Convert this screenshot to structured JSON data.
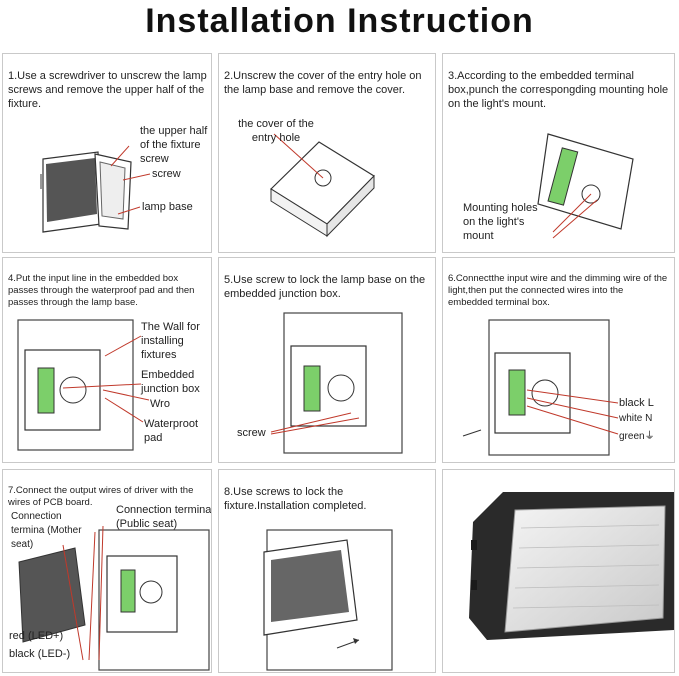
{
  "title": "Installation Instruction",
  "steps": [
    {
      "text": "1.Use a screwdriver to unscrew the lamp screws and remove the upper half of the fixture.",
      "labels": [
        "the upper half of the fixture screw",
        "screw",
        "lamp base"
      ]
    },
    {
      "text": "2.Unscrew the cover of the entry hole on the lamp base and remove the cover.",
      "labels": [
        "the cover of the entry hole"
      ]
    },
    {
      "text": "3.According to the embedded terminal box,punch the correspongding mounting hole on the light's mount.",
      "labels": [
        "Mounting holes on the light's mount"
      ]
    },
    {
      "text": "4.Put the input line in the embedded box passes through the waterproof pad and then passes through the lamp base.",
      "labels": [
        "The Wall for installing fixtures",
        "Embedded junction box",
        "Wro",
        "Waterproot pad"
      ]
    },
    {
      "text": "5.Use screw to lock the lamp base on the embedded junction box.",
      "labels": [
        "screw"
      ]
    },
    {
      "text": "6.Connectthe input wire and the dimming wire of the light,then put the connected wires into the embedded terminal box.",
      "labels": [
        "black L",
        "white N",
        "green⏚"
      ]
    },
    {
      "text": "7.Connect the output wires of driver with the wires of PCB board.",
      "labels": [
        "Connection termina (Public seat)",
        "Connection termina (Mother seat)",
        "red (LED+)",
        "black (LED-)"
      ]
    },
    {
      "text": "8.Use screws to lock the fixture.Installation completed.",
      "labels": []
    }
  ],
  "colors": {
    "leader_red": "#c0392b",
    "border": "#c9c9c9",
    "fixture_dark": "#2a2a2a",
    "bracket_green": "#7ccf6a"
  }
}
